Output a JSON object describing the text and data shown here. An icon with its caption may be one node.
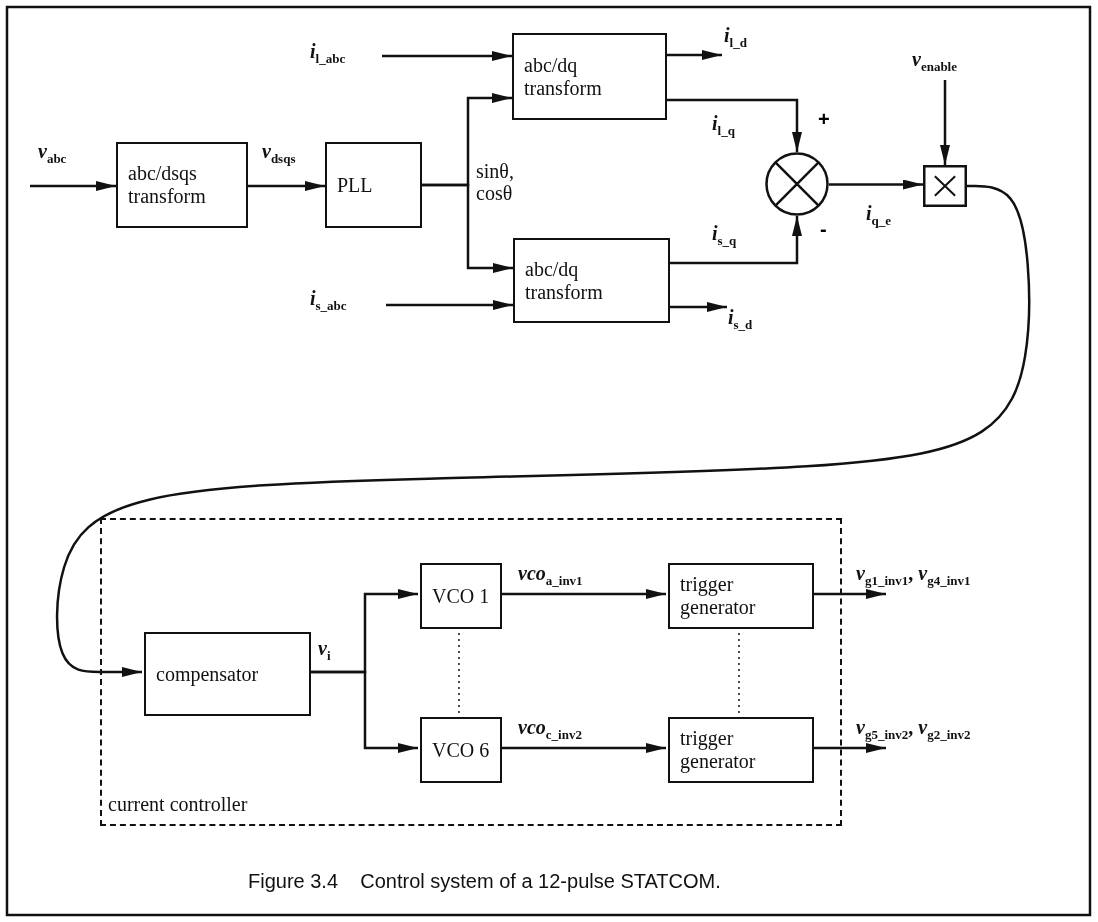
{
  "diagram": {
    "caption": "Figure 3.4    Control system of a 12-pulse STATCOM.",
    "nodes": [
      {
        "text": [
          "abc/dsqs transform"
        ]
      },
      {
        "text": [
          "PLL"
        ]
      },
      {
        "text": [
          "abc/dq transform"
        ]
      },
      {
        "text": [
          "abc/dq transform"
        ]
      },
      {
        "text": [],
        "shape": "circle"
      },
      {
        "text": [],
        "shape": "box"
      },
      {
        "text": [
          "current controller"
        ]
      },
      {
        "text": [
          "compensator"
        ],
        "in": 6
      },
      {
        "text": [
          "VCO 1"
        ],
        "in": 6
      },
      {
        "text": [
          "VCO 6"
        ],
        "in": 6
      },
      {
        "text": [
          "trigger generator"
        ],
        "in": 6
      },
      {
        "text": [
          "trigger generator"
        ],
        "in": 6
      }
    ],
    "edges": [
      {
        "from": null,
        "to": 0,
        "arrow": "to",
        "label": "*v*$_{abc}$"
      },
      {
        "from": 0,
        "to": 1,
        "arrow": "to",
        "label": "*v*$_{dsqs}$"
      },
      {
        "from": 1,
        "to": 2,
        "arrow": "to",
        "label": "sinθ, cosθ"
      },
      {
        "from": 1,
        "to": 3,
        "arrow": "to"
      },
      {
        "from": null,
        "to": 2,
        "arrow": "to",
        "label": "*i*$_{l_abc}$"
      },
      {
        "from": null,
        "to": 3,
        "arrow": "to",
        "label": "*i*$_{s_abc}$"
      },
      {
        "from": 2,
        "to": null,
        "arrow": "to",
        "label": "*i*$_{l_d}$"
      },
      {
        "from": 3,
        "to": null,
        "arrow": "to",
        "label": "*i*$_{s_d}$"
      },
      {
        "from": 2,
        "to": 4,
        "arrow": "to",
        "label": "*i*$_{l_q}$"
      },
      {
        "from": 3,
        "to": 4,
        "arrow": "to",
        "label": "*i*$_{s_q}$"
      },
      {
        "from": 4,
        "to": 5,
        "arrow": "to",
        "label": "*i*$_{q_e}$"
      },
      {
        "from": null,
        "to": 5,
        "arrow": "to",
        "label": "*v*$_{enable}$"
      },
      {
        "from": 5,
        "to": 7,
        "arrow": "to"
      },
      {
        "from": 7,
        "to": 8,
        "arrow": "to",
        "label": "*v*$_{i}$"
      },
      {
        "from": 7,
        "to": 9,
        "arrow": "to"
      },
      {
        "from": 8,
        "to": 10,
        "arrow": "to",
        "label": "*vco*$_{a_inv1}$"
      },
      {
        "from": 9,
        "to": 11,
        "arrow": "to",
        "label": "*vco*$_{c_inv2}$"
      },
      {
        "from": 10,
        "to": null,
        "arrow": "to",
        "label": "*v*$_{g1_inv1}$, *v*$_{g4_inv1}$"
      },
      {
        "from": 11,
        "to": null,
        "arrow": "to",
        "label": "*v*$_{g5_inv2}$, *v*$_{g2_inv2}$"
      },
      {
        "from": 8,
        "to": 9,
        "arrow": "none",
        "style": "dashed"
      },
      {
        "from": 10,
        "to": 11,
        "arrow": "none",
        "style": "dashed"
      }
    ],
    "labels": [
      "+",
      "-"
    ]
  }
}
